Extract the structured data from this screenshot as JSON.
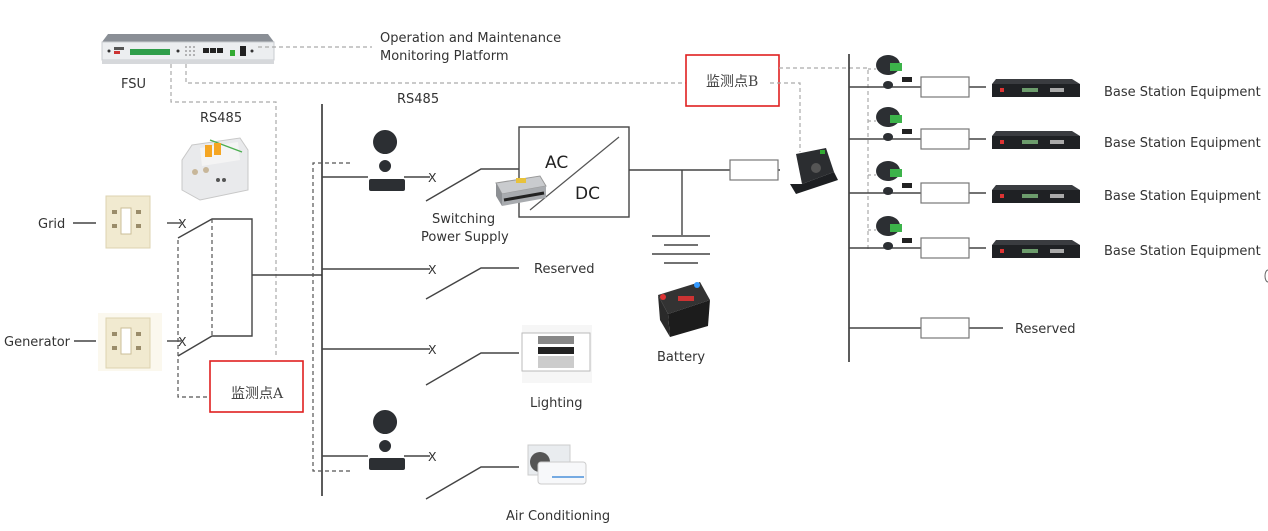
{
  "top": {
    "fsu_label": "FSU",
    "platform_line1": "Operation and Maintenance",
    "platform_line2": "Monitoring Platform",
    "rs485_left": "RS485",
    "rs485_bus": "RS485"
  },
  "sources": {
    "grid": "Grid",
    "generator": "Generator",
    "switch_mark": "X"
  },
  "monitor_points": {
    "a": "监测点A",
    "b": "监测点B",
    "border_color": "#e02020"
  },
  "ac_branches": {
    "switch_mark": "X",
    "items": [
      {
        "label_line1": "Switching",
        "label_line2": "Power Supply",
        "has_sensor": true
      },
      {
        "label": "Reserved",
        "has_sensor": false
      },
      {
        "label": "Lighting",
        "has_sensor": false
      },
      {
        "label": "Air Conditioning",
        "has_sensor": true
      }
    ]
  },
  "converter": {
    "ac": "AC",
    "dc": "DC"
  },
  "battery": {
    "label": "Battery"
  },
  "dc_branches": {
    "items": [
      {
        "label": "Base Station Equipment"
      },
      {
        "label": "Base Station Equipment"
      },
      {
        "label": "Base Station Equipment"
      },
      {
        "label": "Base Station Equipment"
      },
      {
        "label": "Reserved"
      }
    ]
  },
  "colors": {
    "accent_red": "#e02020",
    "wire": "#444444",
    "dashed": "#aaaaaa"
  }
}
